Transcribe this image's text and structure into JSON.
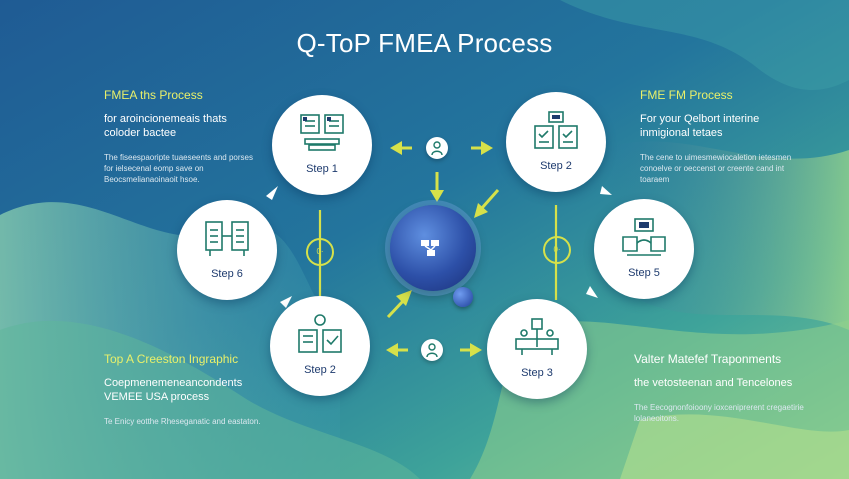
{
  "title": "Q-ToP FMEA Process",
  "colors": {
    "accent": "#d6e14a",
    "node_text": "#1e3b6e",
    "icon": "#1f7a6a"
  },
  "left_top": {
    "heading": "FMEA ths Process",
    "subheading": "for aroincionemeais thats coloder bactee",
    "body": "The fiseespaoripte tuaeseents and porses for ielsecenal eomp save on Beocsmelianaoinaoit hsoe."
  },
  "right_top": {
    "heading": "FME FM Process",
    "subheading": "For your Qelbort interine inmigional tetaes",
    "body": "The cene to uimesmewiocaletion ietesmen conoelve or oeccenst or creente cand int toaraem"
  },
  "left_bottom": {
    "heading": "Top A Creeston Ingraphic",
    "subheading": "Coepmenemeneancondents VEMEE USA process",
    "body": "Te Enicy eotthe Rheseganatic and eastaton."
  },
  "right_bottom": {
    "heading": "Valter Matefef Traponments",
    "subheading": "the vetosteenan and Tencelones",
    "body": "The Eecognonfoioony ioxceniprerent cregaetirie lolaneoitons."
  },
  "steps": {
    "top_left": "Step 1",
    "top_right": "Step 2",
    "mid_left": "Step 6",
    "mid_right": "Step 5",
    "bottom_left": "Step 2",
    "bottom_right": "Step 3"
  },
  "ring_labels": {
    "left": "0·",
    "right": "0·"
  },
  "icons": {
    "step_1": "form-stack-icon",
    "step_2_top": "checklist-device-icon",
    "step_6": "document-compare-icon",
    "step_5": "hands-data-icon",
    "step_2_bottom": "person-clipboard-icon",
    "step_3": "pipeline-tool-icon",
    "hub": "network-nodes-icon",
    "mini_top": "user-icon",
    "mini_bottom": "user-icon"
  }
}
